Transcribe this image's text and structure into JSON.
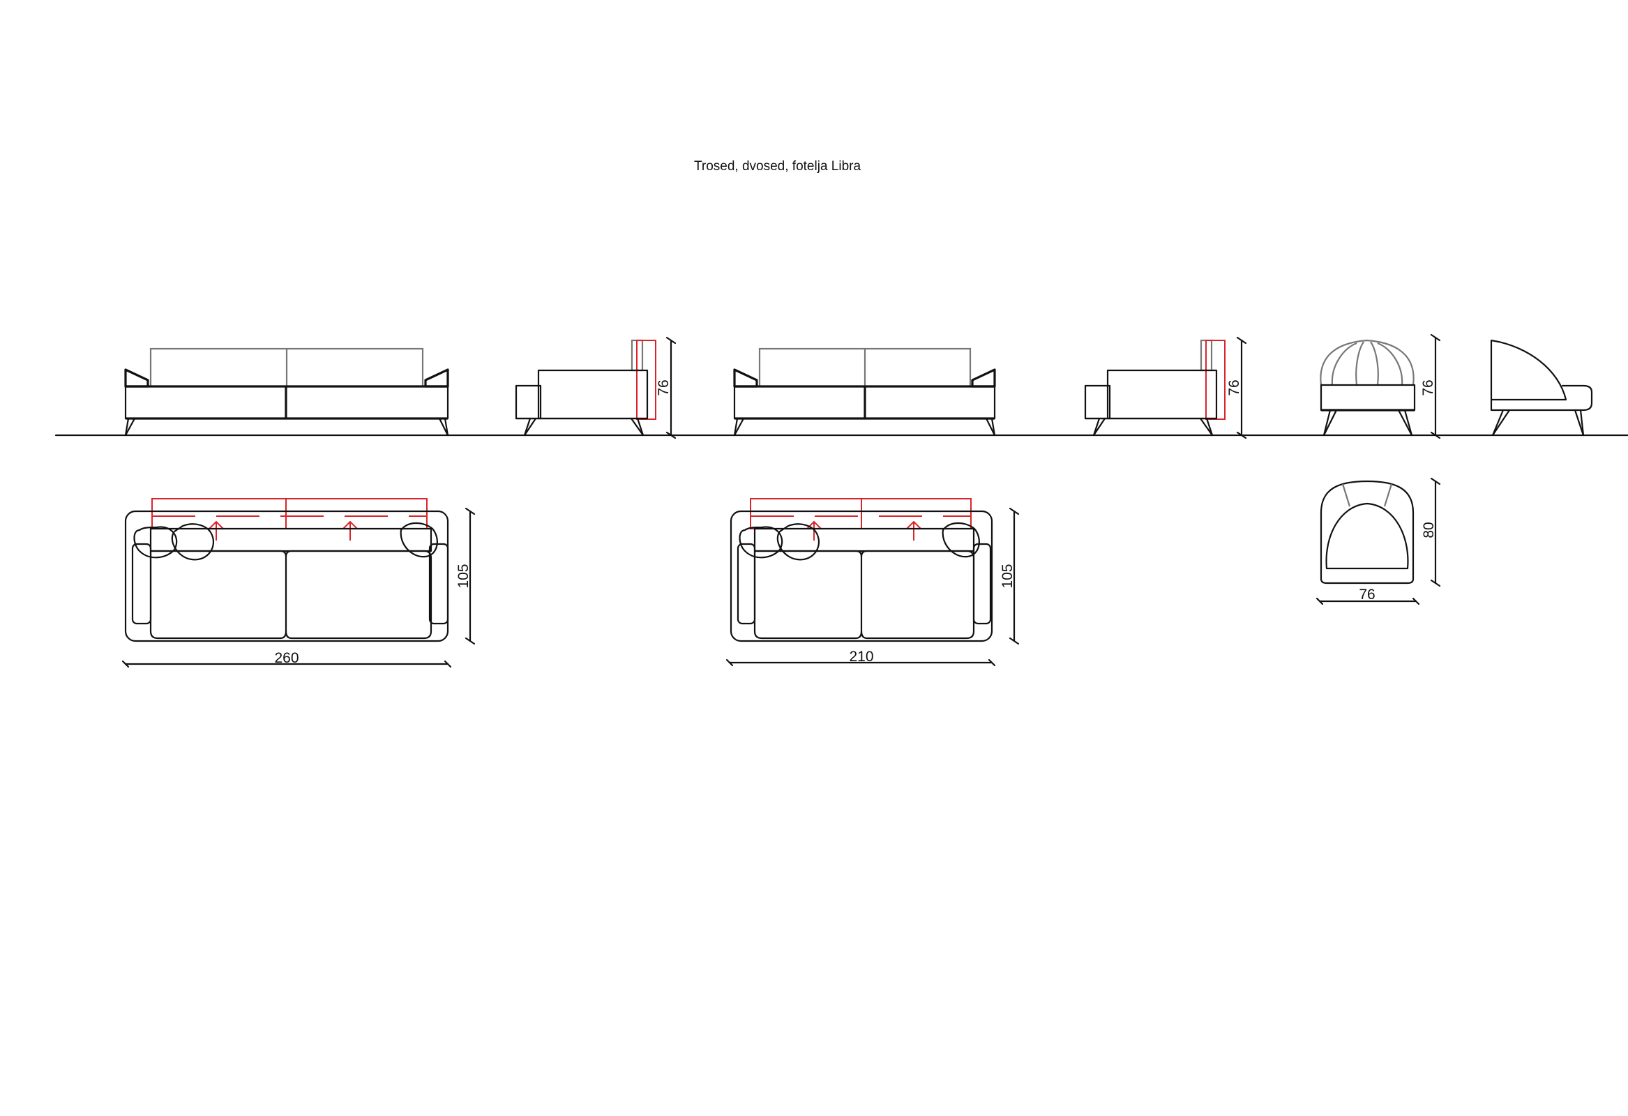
{
  "title": "Trosed, dvosed, fotelja Libra",
  "dimensions": {
    "sofa3_width": "260",
    "sofa3_depth": "105",
    "sofa3_height": "76",
    "sofa2_width": "210",
    "sofa2_depth": "105",
    "sofa2_height": "76",
    "armchair_width": "76",
    "armchair_depth": "80",
    "armchair_height": "76"
  },
  "colors": {
    "line": "#111111",
    "backrest": "#777777",
    "cushion_outline": "#d9252a"
  }
}
